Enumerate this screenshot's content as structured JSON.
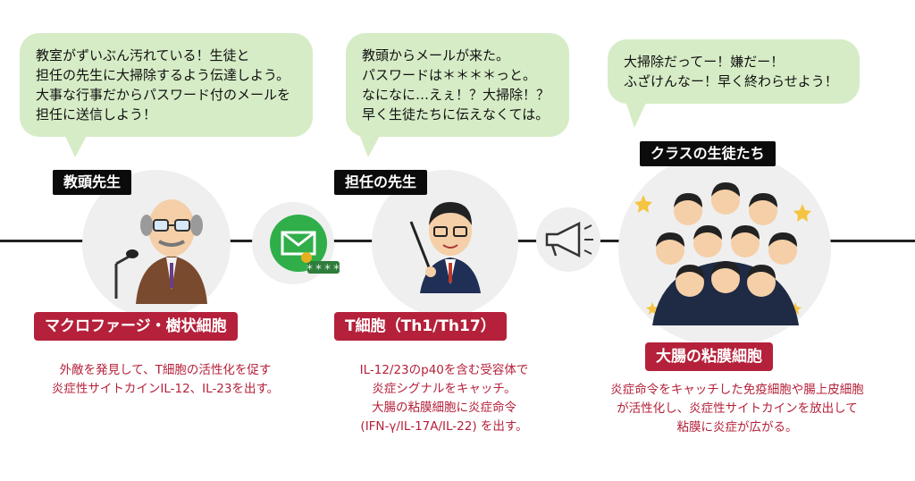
{
  "nodes": [
    {
      "role": "教頭先生",
      "speech": "教室がずいぶん汚れている！生徒と\n担任の先生に大掃除するよう伝達しよう。\n大事な行事だからパスワード付のメールを\n担任に送信しよう！",
      "cell": "マクロファージ・樹状細胞",
      "description": "外敵を発見して、T細胞の活性化を促す\n炎症性サイトカインIL-12、IL-23を出す。"
    },
    {
      "role": "担任の先生",
      "speech": "教頭からメールが来た。\nパスワードは＊＊＊＊っと。\nなになに…えぇ！？大掃除！？\n早く生徒たちに伝えなくては。",
      "cell": "T細胞（Th1/Th17）",
      "description": "IL-12/23のp40を含む受容体で\n炎症シグナルをキャッチ。\n大腸の粘膜細胞に炎症命令\n(IFN-γ/IL-17A/IL-22) を出す。"
    },
    {
      "role": "クラスの生徒たち",
      "speech": "大掃除だってー！嫌だー！\nふざけんなー！早く終わらせよう！",
      "cell": "大腸の粘膜細胞",
      "description": "炎症命令をキャッチした免疫細胞や腸上皮細胞\nが活性化し、炎症性サイトカインを放出して\n粘膜に炎症が広がる。"
    }
  ],
  "mail_icon": {
    "icon": "envelope-icon",
    "password_text": "＊＊＊＊"
  },
  "megaphone_icon": {
    "icon": "megaphone-icon"
  },
  "colors": {
    "bubble": "#d6ecc6",
    "label_red": "#b5213a",
    "role_black": "#0b0b0b",
    "circle_gray": "#efefef",
    "mail_green": "#2fae49"
  }
}
